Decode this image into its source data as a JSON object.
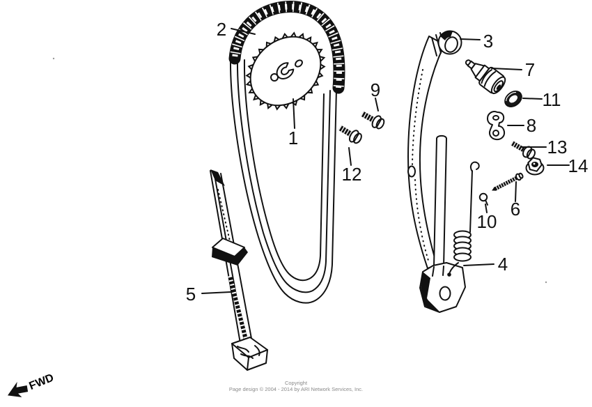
{
  "colors": {
    "background": "#ffffff",
    "ink": "#111111",
    "copyright_text": "#8a8a8a"
  },
  "part_labels": [
    {
      "number": "1"
    },
    {
      "number": "2"
    },
    {
      "number": "3"
    },
    {
      "number": "4"
    },
    {
      "number": "5"
    },
    {
      "number": "6"
    },
    {
      "number": "7"
    },
    {
      "number": "8"
    },
    {
      "number": "9"
    },
    {
      "number": "10"
    },
    {
      "number": "11"
    },
    {
      "number": "12"
    },
    {
      "number": "13"
    },
    {
      "number": "14"
    }
  ],
  "fwd": {
    "label": "FWD"
  },
  "copyright": {
    "line1": "Copyright",
    "line2": "Page design © 2004 - 2014 by ARI Network Services, Inc."
  }
}
